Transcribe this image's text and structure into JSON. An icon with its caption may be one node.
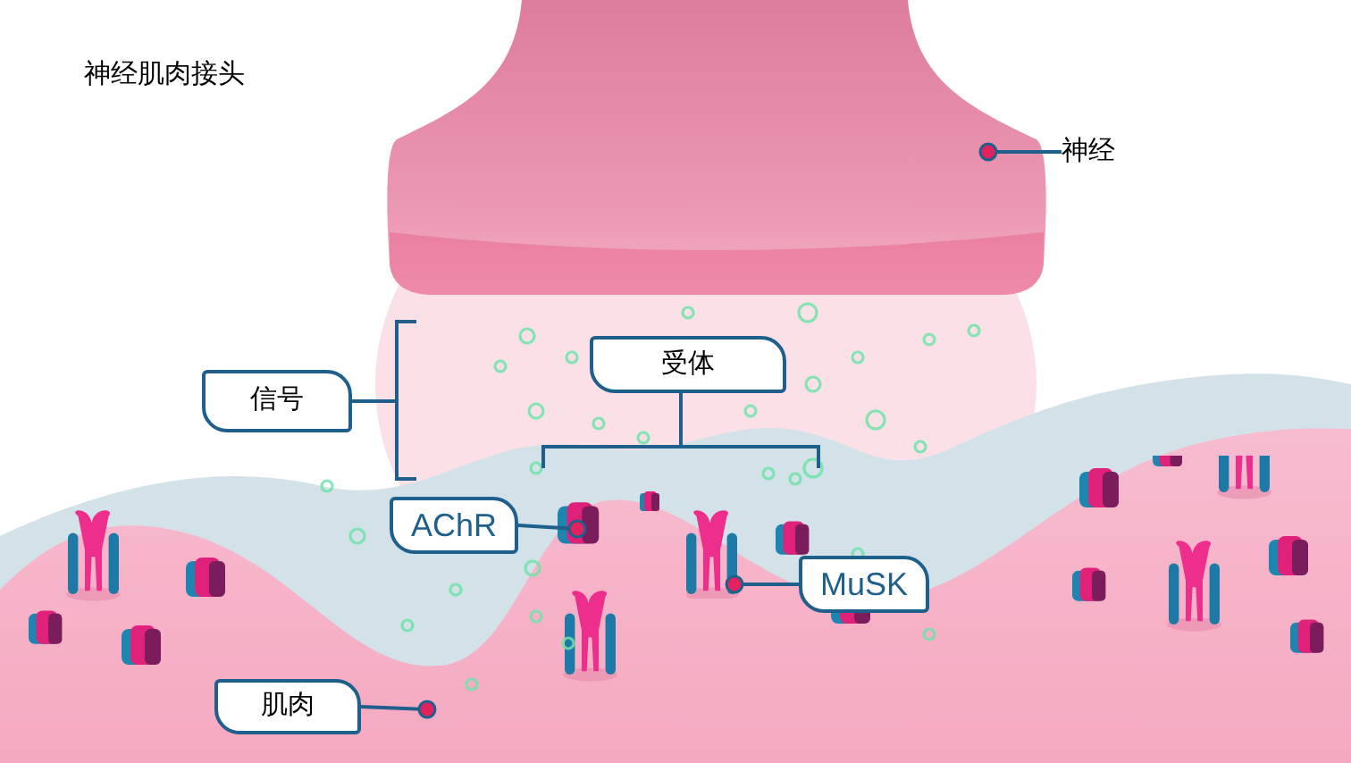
{
  "diagram": {
    "title": "神经肌肉接头",
    "nodes": [
      {
        "text": [
          "神经"
        ]
      },
      {
        "text": [],
        "shape": "picture"
      },
      {
        "text": [
          "信号"
        ]
      },
      {
        "text": [
          "受体"
        ]
      },
      {
        "text": [],
        "shape": "picture"
      },
      {
        "text": [],
        "shape": "picture",
        "in": 4
      },
      {
        "text": [],
        "shape": "picture",
        "in": 4
      },
      {
        "text": [
          "AChR"
        ]
      },
      {
        "text": [
          "MuSK"
        ]
      },
      {
        "text": [
          "肌肉"
        ],
        "in": 4
      }
    ],
    "edges": [
      {
        "from": 0,
        "to": 1,
        "arrow": "other"
      },
      {
        "from": 7,
        "to": 5,
        "arrow": "other"
      },
      {
        "from": 8,
        "to": 6,
        "arrow": "other"
      },
      {
        "from": 9,
        "to": 4,
        "arrow": "other"
      }
    ]
  }
}
